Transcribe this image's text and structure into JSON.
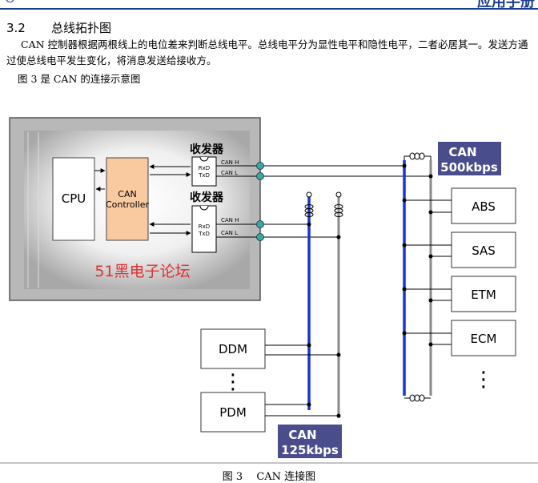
{
  "header": {
    "left": "C",
    "right": "应用手册"
  },
  "section": {
    "number": "3.2",
    "title": "总线拓扑图"
  },
  "paragraph": "CAN 控制器根据两根线上的电位差来判断总线电平。总线电平分为显性电平和隐性电平，二者必居其一。发送方通过使总线电平发生变化，将消息发送给接收方。",
  "figure_intro": "图 3 是 CAN 的连接示意图",
  "figure_caption": "图 3 　CAN 连接图",
  "diagram": {
    "cpu_label": "CPU",
    "controller_label_1": "CAN",
    "controller_label_2": "Controller",
    "transceiver_top_label": "收发器",
    "transceiver_bottom_label": "收发器",
    "rxd": "RxD",
    "txd": "TxD",
    "can_h": "CAN H",
    "can_l": "CAN L",
    "watermark": "51黑电子论坛",
    "bus_high_label_1": "CAN",
    "bus_high_label_2": "500kbps",
    "bus_low_label_1": "CAN",
    "bus_low_label_2": "125kbps",
    "nodes_right": [
      "ABS",
      "SAS",
      "ETM",
      "ECM"
    ],
    "nodes_left": [
      "DDM",
      "PDM"
    ],
    "ellipsis": "⋮",
    "colors": {
      "bus_blue": "#1a33d6",
      "bus_gray": "#8a8a8a",
      "controller_fill": "#f9c9a0",
      "node_box_bg": "#b8b8b8",
      "label_bg": "#4a4d8c",
      "watermark_red": "#e03030",
      "junction_green": "#3aa89a"
    }
  }
}
